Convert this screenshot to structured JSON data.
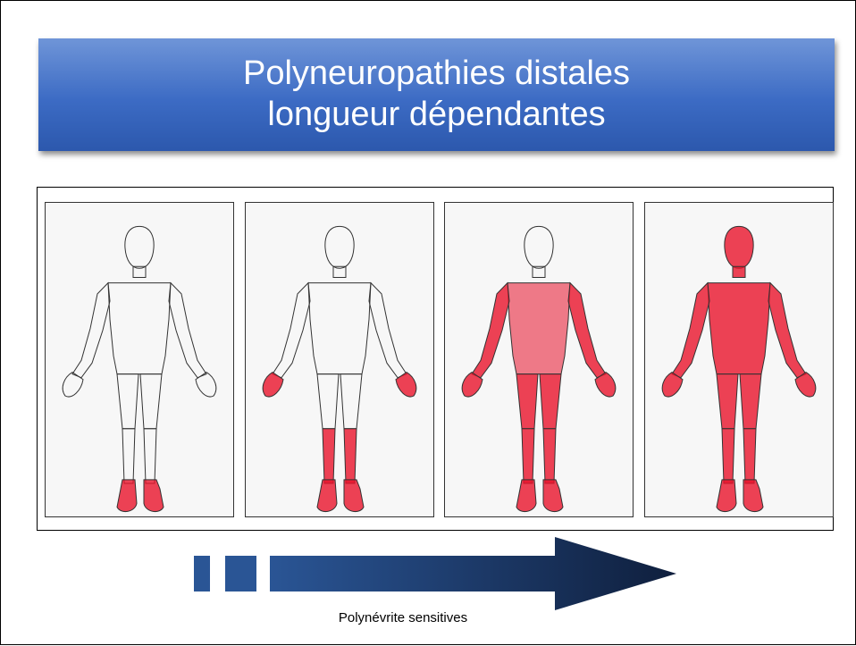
{
  "title": {
    "line1": "Polyneuropathies distales",
    "line2": "longueur dépendantes"
  },
  "panels": [
    {
      "stage": "feet"
    },
    {
      "stage": "hands-and-legs"
    },
    {
      "stage": "arms-thighs-trunk"
    },
    {
      "stage": "whole-body"
    }
  ],
  "arrow": {
    "label": "Polynévrite sensitives",
    "color": "#1f3a66"
  },
  "colors": {
    "title_bg": "#3c6bc4",
    "affected": "#e8132b"
  }
}
